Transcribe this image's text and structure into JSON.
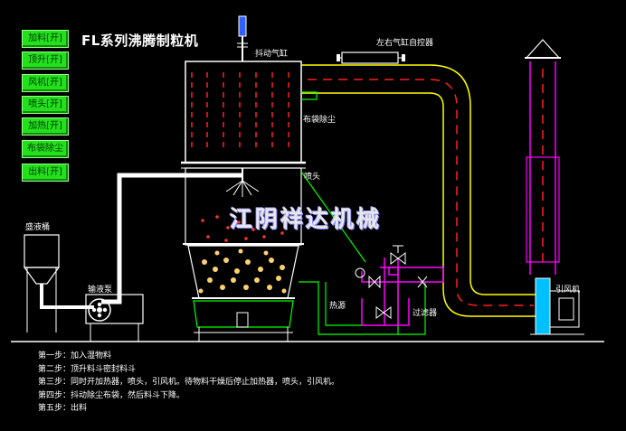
{
  "title": "FL系列沸腾制粒机",
  "controls": [
    {
      "label": "加料[开]"
    },
    {
      "label": "顶升[开]"
    },
    {
      "label": "风机[开]"
    },
    {
      "label": "喷头[开]"
    },
    {
      "label": "加热[开]"
    },
    {
      "label": "布袋除尘"
    },
    {
      "label": "出料[开]"
    }
  ],
  "labels": {
    "cylinder": "抖动气缸",
    "left_right_cylinder": "左右气缸自控器",
    "bag_filter": "布袋除尘",
    "nozzle": "喷头",
    "liquid_tank": "盛液桶",
    "pump": "输液泵",
    "heat_source": "热源",
    "filter": "过滤器",
    "fan": "引风机"
  },
  "watermark": "江阴祥达机械",
  "steps": [
    "第一步：加入湿物料",
    "第二步：顶升料斗密封料斗",
    "第三步：同时开加热器，喷头，引风机。待物料干燥后停止加热器，喷头，引风机。",
    "第四步：抖动除尘布袋，然后料斗下降。",
    "第五步：出料"
  ],
  "colors": {
    "background": "#000000",
    "button": "#22e01c",
    "outline": "#ffffff",
    "duct": "#ffff00",
    "flow": "#ff2020",
    "pipe": "#00ff00",
    "heater": "#ff00ff",
    "fan": "#00c0ff"
  }
}
